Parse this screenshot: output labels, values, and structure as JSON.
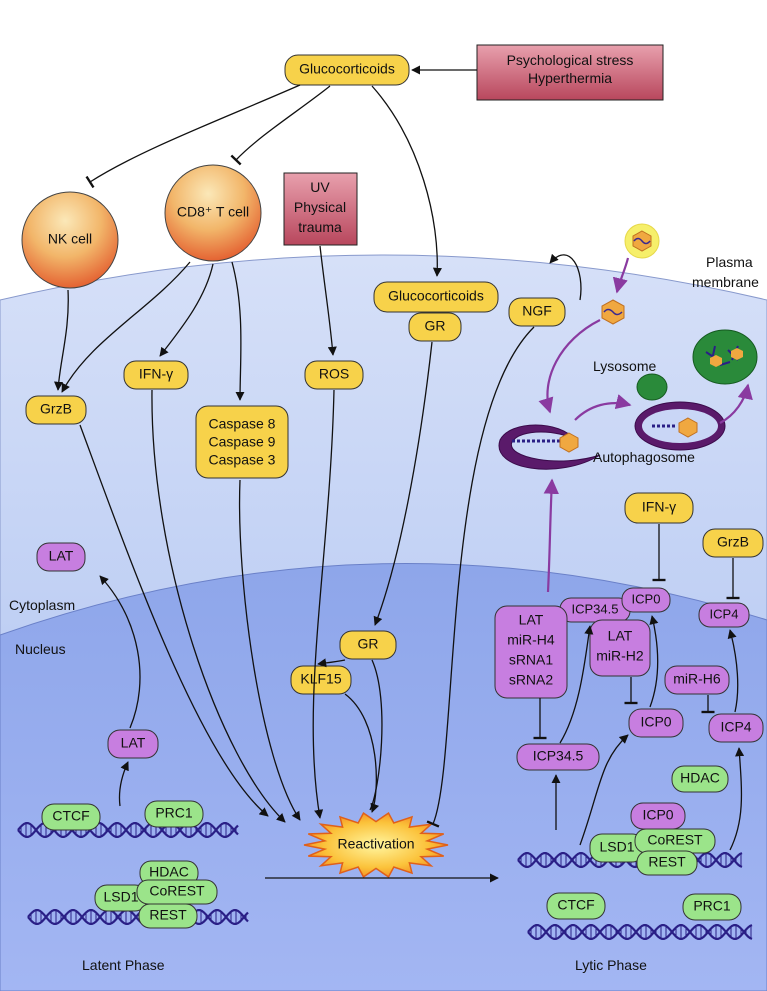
{
  "stressors": {
    "psych_line1": "Psychological stress",
    "psych_line2": "Hyperthermia",
    "uv_line1": "UV",
    "uv_line2": "Physical",
    "uv_line3": "trauma"
  },
  "nodes": {
    "glucocorticoids_top": "Glucocorticoids",
    "nk_cell": "NK cell",
    "cd8_cell": "CD8⁺ T cell",
    "grzb_left": "GrzB",
    "ifn_left": "IFN-γ",
    "caspase_1": "Caspase 8",
    "caspase_2": "Caspase 9",
    "caspase_3": "Caspase 3",
    "ros": "ROS",
    "glucocorticoids_gr": "Glucocorticoids",
    "gr_cyto": "GR",
    "ngf": "NGF",
    "lat_cyto": "LAT",
    "gr_nuc": "GR",
    "klf15": "KLF15",
    "lat_nuc": "LAT",
    "ctcf_left": "CTCF",
    "prc1_left": "PRC1",
    "hdac_left": "HDAC",
    "lsd1_left": "LSD1",
    "corest_left": "CoREST",
    "rest_left": "REST",
    "reactivation": "Reactivation",
    "ifn_right": "IFN-γ",
    "grzb_right": "GrzB",
    "icp345_top": "ICP34.5",
    "icp0_top": "ICP0",
    "icp4_top": "ICP4",
    "lat_mir_1": "LAT",
    "lat_mir_2": "miR-H4",
    "lat_mir_3": "sRNA1",
    "lat_mir_4": "sRNA2",
    "lat_h2_1": "LAT",
    "lat_h2_2": "miR-H2",
    "mir_h6": "miR-H6",
    "icp345_bottom": "ICP34.5",
    "icp0_mid": "ICP0",
    "icp4_mid": "ICP4",
    "hdac_right": "HDAC",
    "icp0_complex": "ICP0",
    "lsd1_right": "LSD1",
    "corest_right": "CoREST",
    "rest_right": "REST",
    "ctcf_right": "CTCF",
    "prc1_right": "PRC1"
  },
  "labels": {
    "plasma_1": "Plasma",
    "plasma_2": "membrane",
    "lysosome": "Lysosome",
    "autophagosome": "Autophagosome",
    "cytoplasm": "Cytoplasm",
    "nucleus": "Nucleus",
    "latent": "Latent Phase",
    "lytic": "Lytic Phase"
  },
  "colors": {
    "yellow_node": "#f7d24a",
    "purple_node": "#c77ee0",
    "green_node": "#9be48a",
    "stress_box": "#c65a6e",
    "cell_fill": "#c9d6f6",
    "nucleus_fill": "#98aef0",
    "dna": "#2a1f86",
    "autophagy_arrow": "#8a3aa0"
  }
}
